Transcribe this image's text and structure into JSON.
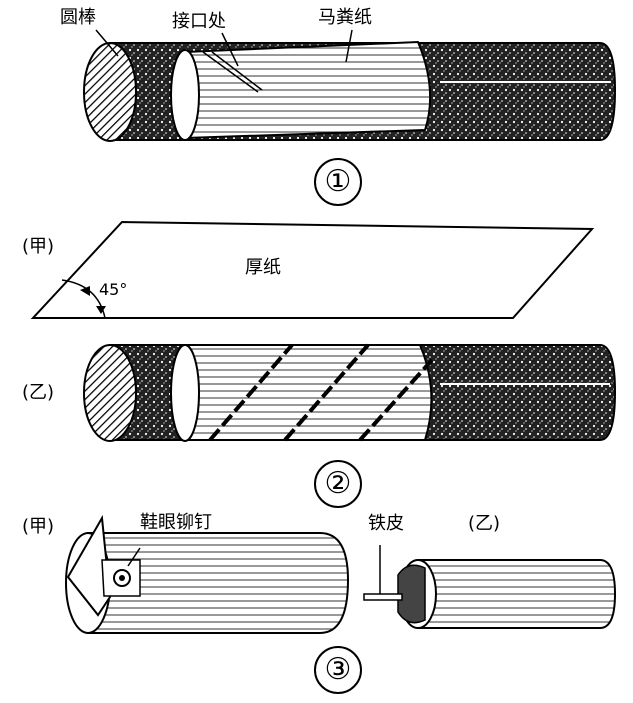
{
  "fig1": {
    "label_rod": "圆棒",
    "label_joint": "接口处",
    "label_paper": "马粪纸",
    "number": "①"
  },
  "fig2": {
    "label_a": "(甲)",
    "label_b": "(乙)",
    "angle": "45°",
    "label_cardboard": "厚纸",
    "number": "②"
  },
  "fig3": {
    "label_a": "(甲)",
    "label_rivet": "鞋眼铆钉",
    "label_tin": "铁皮",
    "label_b": "(乙)",
    "number": "③"
  }
}
